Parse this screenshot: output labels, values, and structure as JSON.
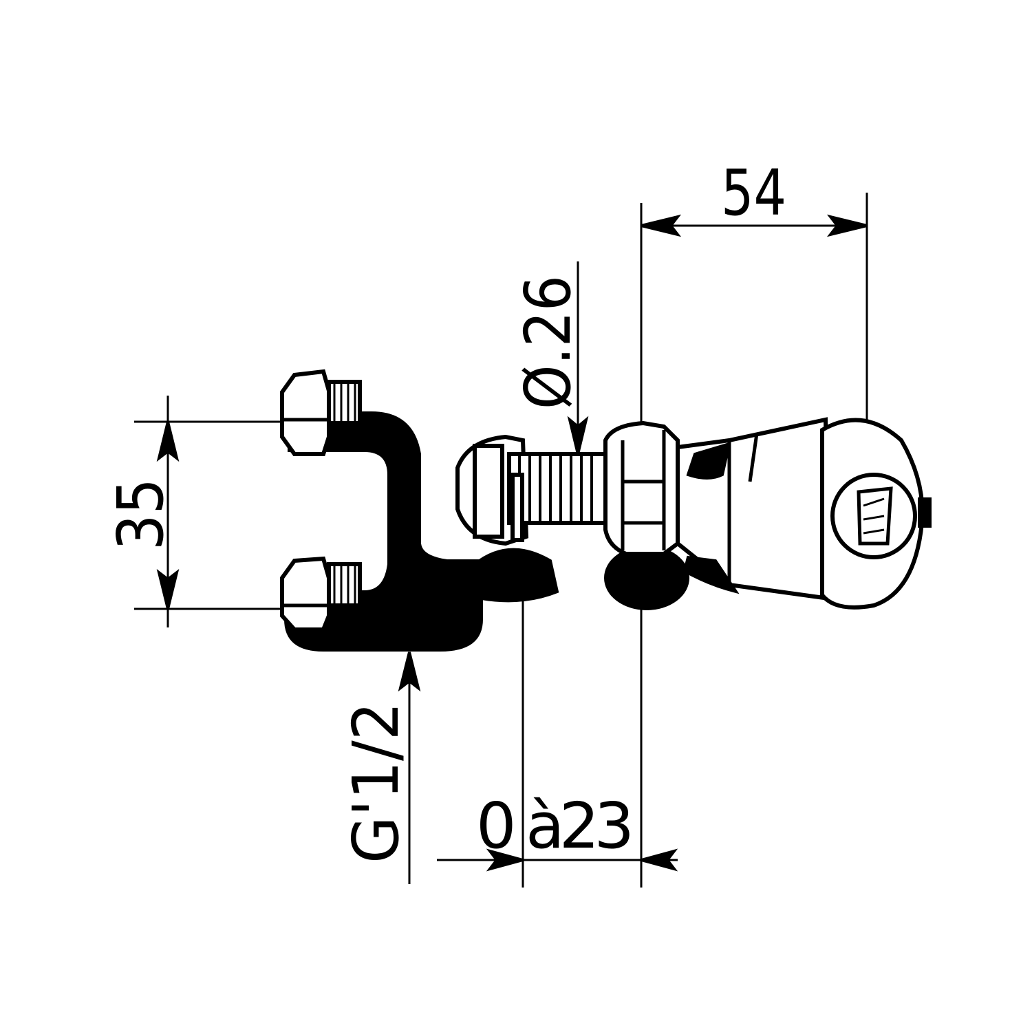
{
  "dimensions": {
    "width_54": "54",
    "diameter_26": "Ø.26",
    "spacing_35": "35",
    "thread": "G'1/2",
    "adjust_range": "0 à23"
  },
  "colors": {
    "ink": "#000000",
    "paper": "#ffffff"
  }
}
